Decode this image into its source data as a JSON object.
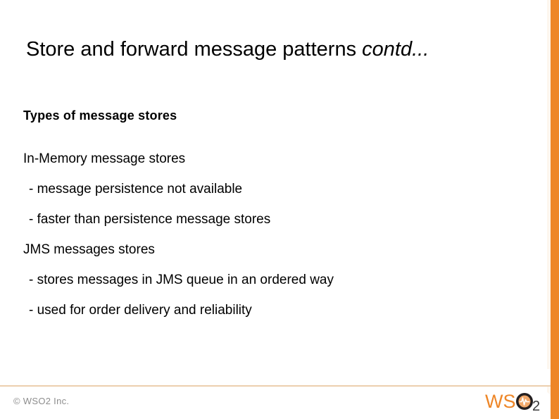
{
  "slide": {
    "title": {
      "main": "Store and forward message patterns ",
      "contd": "contd..."
    },
    "content": [
      {
        "text": "Types of message stores",
        "style": "heading-bold"
      },
      {
        "text": "In-Memory message stores",
        "style": "heading"
      },
      {
        "text": "- message persistence not available",
        "style": "bullet"
      },
      {
        "text": "- faster than persistence message stores",
        "style": "bullet"
      },
      {
        "text": "JMS messages stores",
        "style": "heading"
      },
      {
        "text": "- stores messages in JMS queue in an ordered way",
        "style": "bullet"
      },
      {
        "text": "- used for order delivery and reliability",
        "style": "bullet"
      }
    ]
  },
  "footer": {
    "copyright": "© WSO2 Inc.",
    "logo_text": "WSO2",
    "logo_parts": {
      "ws": "WS",
      "o": "O",
      "two": "2"
    }
  },
  "theme": {
    "accent_orange": "#ee8627",
    "rule_tan": "#eccfae",
    "copyright_gray": "#8d8d8d",
    "logo_dark": "#231f20",
    "logo_orange": "#ee8627",
    "logo_inner_peach": "#f0a86a",
    "background": "#ffffff",
    "text": "#000000"
  }
}
